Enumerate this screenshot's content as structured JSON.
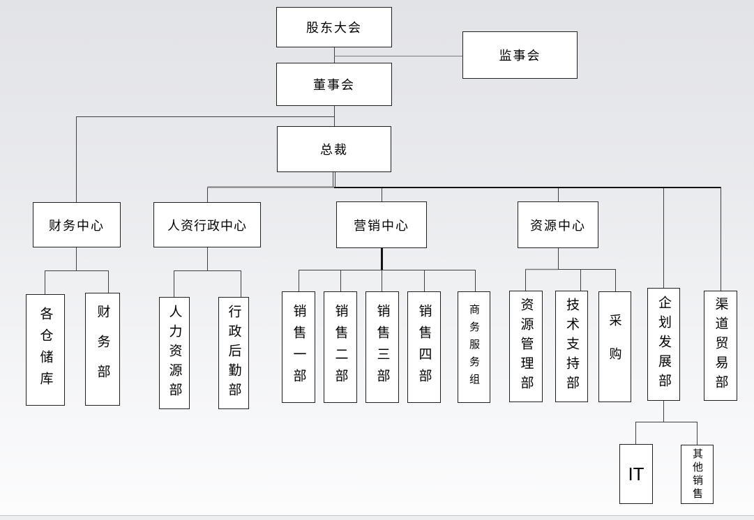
{
  "diagram": {
    "type": "org-chart",
    "nodes": {
      "shareholders_meeting": {
        "label": "股东大会"
      },
      "supervisory_board": {
        "label": "监事会"
      },
      "board_of_directors": {
        "label": "董事会"
      },
      "president": {
        "label": "总裁"
      },
      "finance_center": {
        "label": "财务中心"
      },
      "hr_admin_center": {
        "label": "人资行政中心"
      },
      "marketing_center": {
        "label": "营销中心"
      },
      "resource_center": {
        "label": "资源中心"
      },
      "warehouses": {
        "label": "各仓储库"
      },
      "finance_dept": {
        "label": "财务部"
      },
      "hr_dept": {
        "label": "人力资源部"
      },
      "admin_logistics_dept": {
        "label": "行政后勤部"
      },
      "sales_dept_1": {
        "label": "销售一部"
      },
      "sales_dept_2": {
        "label": "销售二部"
      },
      "sales_dept_3": {
        "label": "销售三部"
      },
      "sales_dept_4": {
        "label": "销售四部"
      },
      "business_service_group": {
        "label": "商务服务组"
      },
      "resource_mgmt_dept": {
        "label": "资源管理部"
      },
      "tech_support_dept": {
        "label": "技术支持部"
      },
      "procurement": {
        "label": "采购"
      },
      "planning_dev_dept": {
        "label": "企划发展部"
      },
      "channel_trade_dept": {
        "label": "渠道贸易部"
      },
      "it_dept": {
        "label": "IT"
      },
      "other_sales": {
        "label": "其他销售"
      }
    },
    "edges": [
      {
        "from": "shareholders_meeting",
        "to": "supervisory_board"
      },
      {
        "from": "shareholders_meeting",
        "to": "board_of_directors"
      },
      {
        "from": "board_of_directors",
        "to": "finance_center"
      },
      {
        "from": "board_of_directors",
        "to": "president"
      },
      {
        "from": "president",
        "to": "hr_admin_center"
      },
      {
        "from": "president",
        "to": "marketing_center"
      },
      {
        "from": "president",
        "to": "resource_center"
      },
      {
        "from": "president",
        "to": "planning_dev_dept"
      },
      {
        "from": "president",
        "to": "channel_trade_dept"
      },
      {
        "from": "finance_center",
        "to": "warehouses"
      },
      {
        "from": "finance_center",
        "to": "finance_dept"
      },
      {
        "from": "hr_admin_center",
        "to": "hr_dept"
      },
      {
        "from": "hr_admin_center",
        "to": "admin_logistics_dept"
      },
      {
        "from": "marketing_center",
        "to": "sales_dept_1"
      },
      {
        "from": "marketing_center",
        "to": "sales_dept_2"
      },
      {
        "from": "marketing_center",
        "to": "sales_dept_3"
      },
      {
        "from": "marketing_center",
        "to": "sales_dept_4"
      },
      {
        "from": "marketing_center",
        "to": "business_service_group"
      },
      {
        "from": "resource_center",
        "to": "resource_mgmt_dept"
      },
      {
        "from": "resource_center",
        "to": "tech_support_dept"
      },
      {
        "from": "resource_center",
        "to": "procurement"
      },
      {
        "from": "planning_dev_dept",
        "to": "it_dept"
      },
      {
        "from": "planning_dev_dept",
        "to": "other_sales"
      }
    ],
    "colors": {
      "node_fill": "#ffffff",
      "node_border": "#1f1f1f",
      "connector": "#3f3f3f",
      "connector_bold": "#111111",
      "connector_muted": "#7a7a7a",
      "background_top": "#e2e3e7",
      "background_bottom": "#fcfcfd",
      "footer_strip": "#edeef0"
    }
  }
}
